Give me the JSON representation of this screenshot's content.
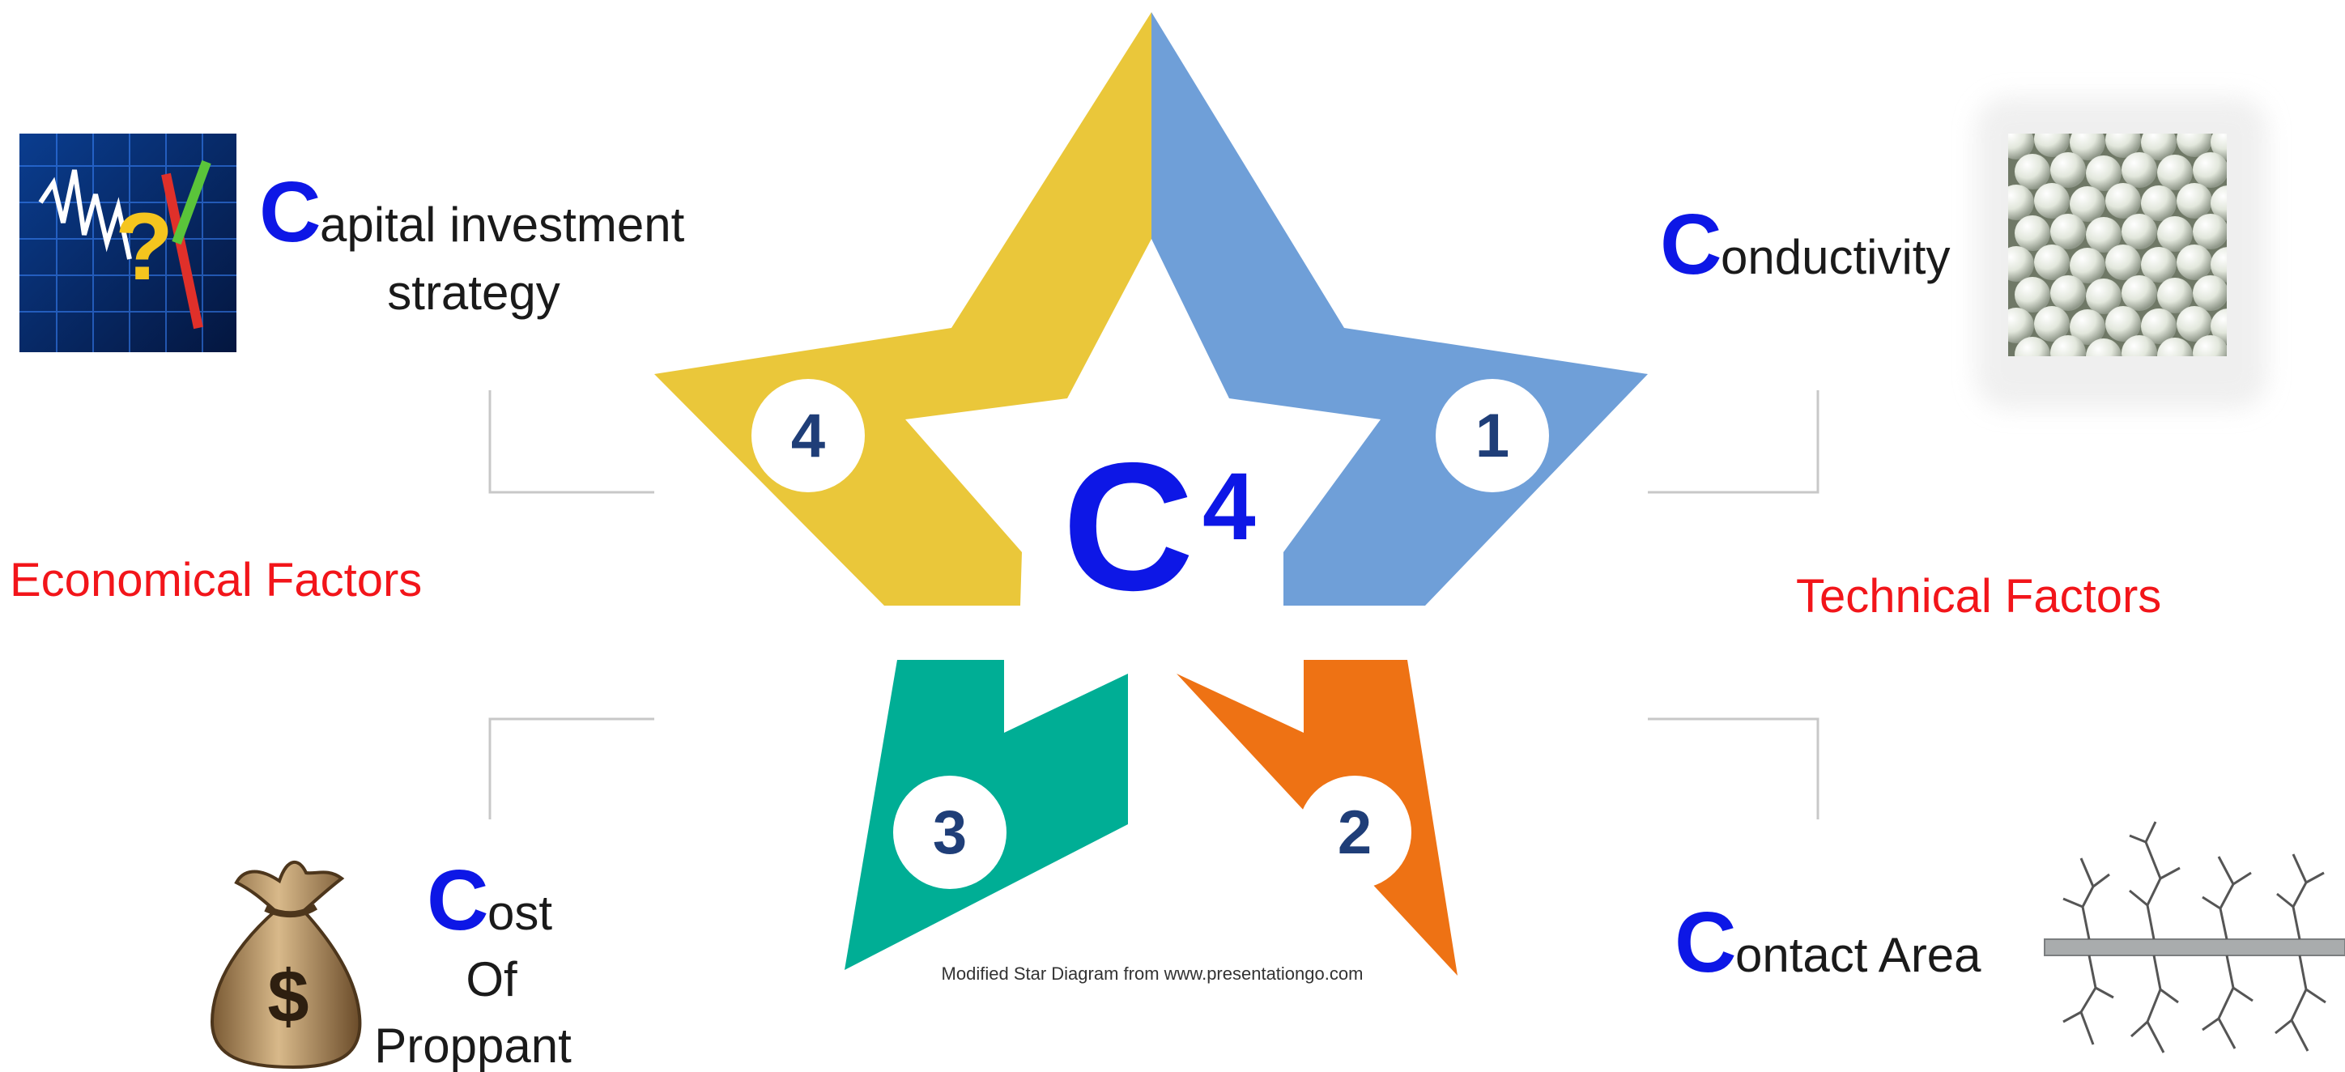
{
  "center": {
    "letter": "C",
    "superscript": "4"
  },
  "star_segments": [
    {
      "number": "1",
      "color": "#6f9fd8"
    },
    {
      "number": "2",
      "color": "#ee7214"
    },
    {
      "number": "3",
      "color": "#00ae95"
    },
    {
      "number": "4",
      "color": "#eac73a"
    }
  ],
  "items": {
    "capital": {
      "initial": "C",
      "line1": "apital investment",
      "line2": "strategy",
      "icon": "chart-question-icon"
    },
    "conductivity": {
      "initial": "C",
      "line1": "onductivity",
      "icon": "proppant-beads-icon"
    },
    "cost": {
      "initial": "C",
      "line1": "ost",
      "line2": "Of",
      "line3": "Proppant",
      "icon": "money-bag-icon"
    },
    "contact": {
      "initial": "C",
      "line1": "ontact Area",
      "icon": "fracture-network-icon"
    }
  },
  "factors": {
    "economical": "Economical Factors",
    "technical": "Technical Factors"
  },
  "credit": "Modified Star Diagram from www.presentationgo.com",
  "colors": {
    "initial_blue": "#0d17e6",
    "factor_red": "#f2151a",
    "number_navy": "#1f3e78",
    "connector_grey": "#c8c8c8",
    "text": "#1a1a1a"
  }
}
